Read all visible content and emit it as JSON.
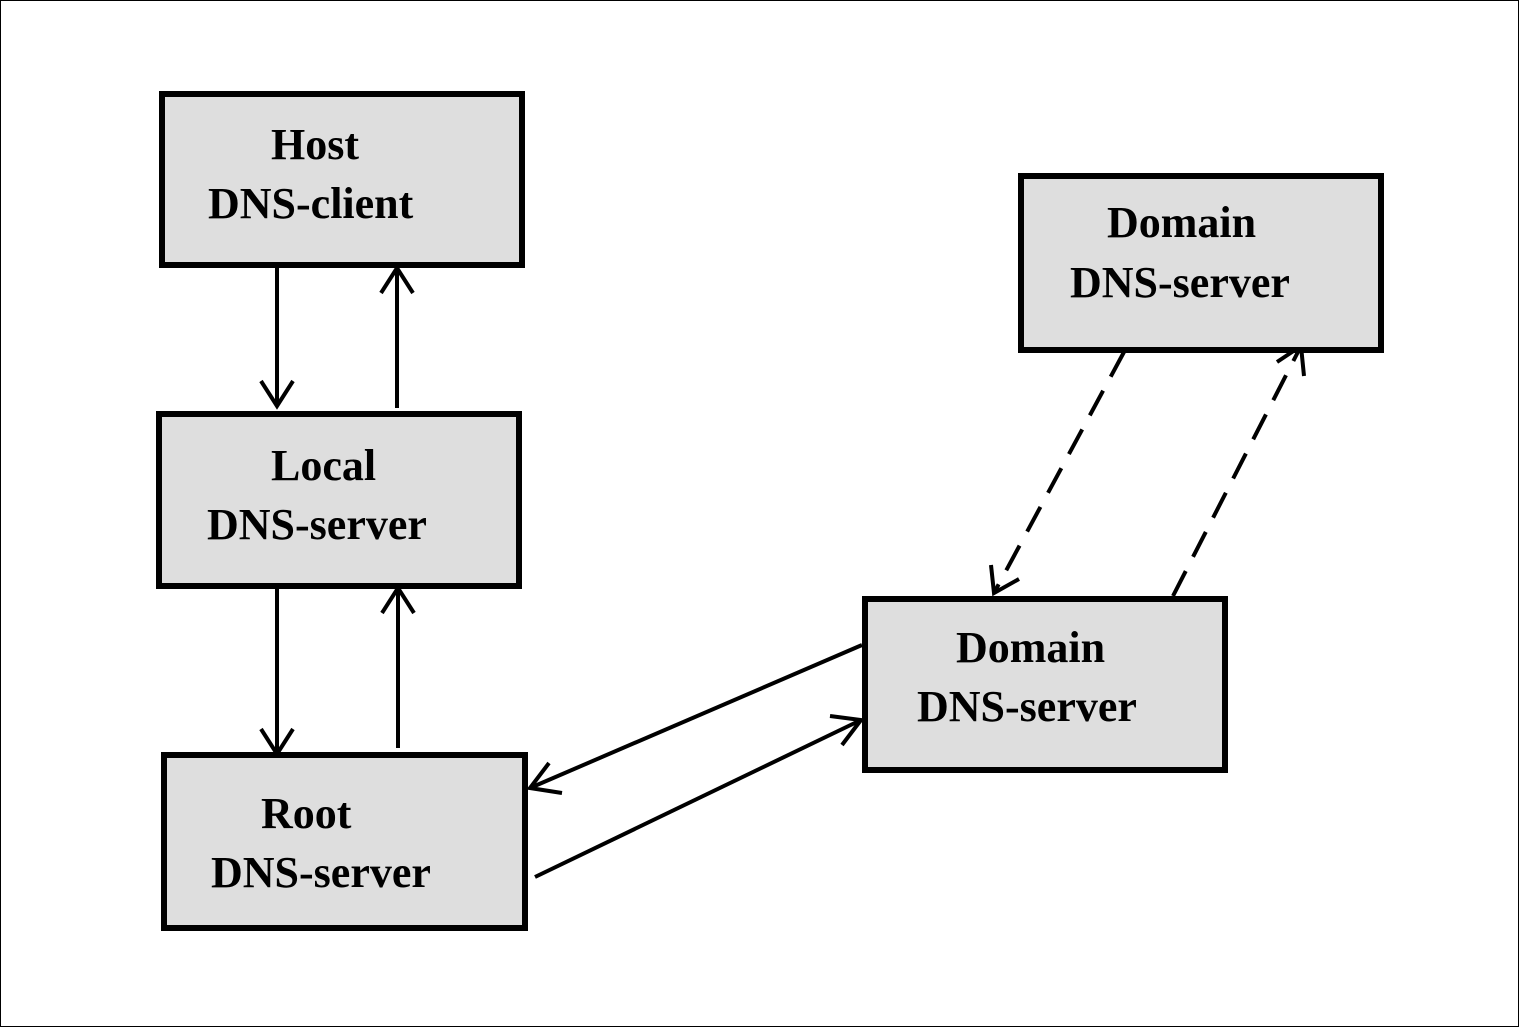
{
  "diagram": {
    "nodes": {
      "host": {
        "title": "Host",
        "subtitle": "DNS-client"
      },
      "local": {
        "title": "Local",
        "subtitle": "DNS-server"
      },
      "root": {
        "title": "Root",
        "subtitle": "DNS-server"
      },
      "domain_middle": {
        "title": "Domain",
        "subtitle": "DNS-server"
      },
      "domain_top": {
        "title": "Domain",
        "subtitle": "DNS-server"
      }
    },
    "colors": {
      "box_fill": "#dedede",
      "stroke": "#000000",
      "background": "#ffffff"
    },
    "edges": [
      {
        "from": "host",
        "to": "local",
        "style": "solid"
      },
      {
        "from": "local",
        "to": "host",
        "style": "solid"
      },
      {
        "from": "local",
        "to": "root",
        "style": "solid"
      },
      {
        "from": "root",
        "to": "local",
        "style": "solid"
      },
      {
        "from": "domain_middle",
        "to": "root",
        "style": "solid"
      },
      {
        "from": "root",
        "to": "domain_middle",
        "style": "solid"
      },
      {
        "from": "domain_top",
        "to": "domain_middle",
        "style": "dashed"
      },
      {
        "from": "domain_middle",
        "to": "domain_top",
        "style": "dashed"
      }
    ]
  }
}
